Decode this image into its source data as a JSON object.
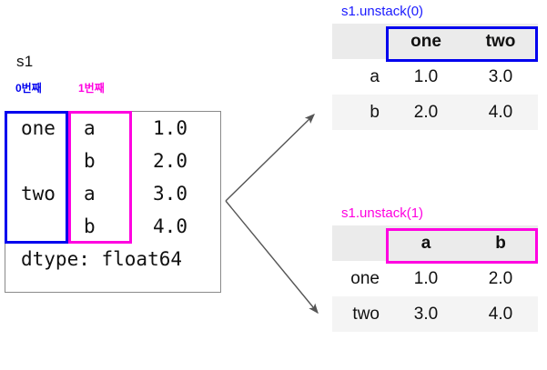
{
  "series": {
    "name": "s1",
    "level0_label": "0번째",
    "level1_label": "1번째",
    "level0_color": "#0000ee",
    "level1_color": "#ff00e0",
    "rows": [
      {
        "level0": "one",
        "level1": "a",
        "value": "1.0"
      },
      {
        "level0": "",
        "level1": "b",
        "value": "2.0"
      },
      {
        "level0": "two",
        "level1": "a",
        "value": "3.0"
      },
      {
        "level0": "",
        "level1": "b",
        "value": "4.0"
      }
    ],
    "dtype_line": "dtype: float64"
  },
  "results": [
    {
      "caption": "s1.unstack(0)",
      "caption_color": "#1a1aff",
      "highlight_color": "#0000ee",
      "corner": "",
      "columns": [
        "one",
        "two"
      ],
      "rows": [
        {
          "label": "a",
          "values": [
            "1.0",
            "3.0"
          ]
        },
        {
          "label": "b",
          "values": [
            "2.0",
            "4.0"
          ]
        }
      ]
    },
    {
      "caption": "s1.unstack(1)",
      "caption_color": "#ff00e0",
      "highlight_color": "#ff00e0",
      "corner": "",
      "columns": [
        "a",
        "b"
      ],
      "rows": [
        {
          "label": "one",
          "values": [
            "1.0",
            "2.0"
          ]
        },
        {
          "label": "two",
          "values": [
            "3.0",
            "4.0"
          ]
        }
      ]
    }
  ],
  "arrows": {
    "color": "#555555",
    "count": 2
  }
}
